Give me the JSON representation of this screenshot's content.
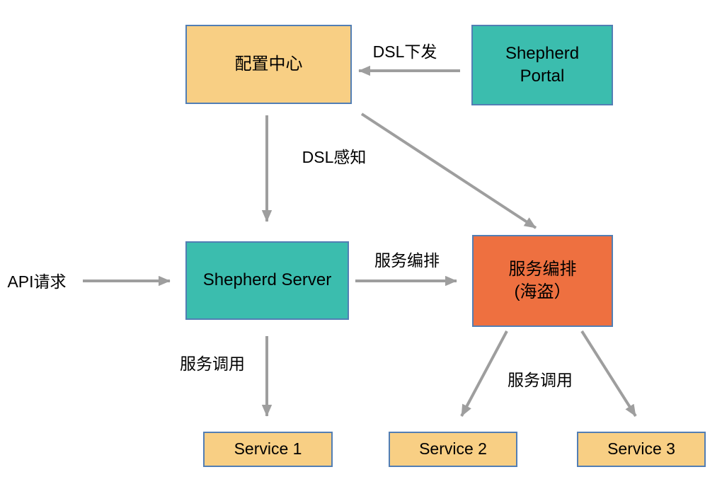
{
  "palette": {
    "node_yellow": "#F8CF84",
    "node_teal": "#3BBDAE",
    "node_orange": "#EE7040",
    "node_border_blue": "#527EB4",
    "arrow_gray": "#9E9E9E",
    "text": "#000000",
    "background": "#FFFFFF"
  },
  "nodes": {
    "config_center": {
      "label": "配置中心"
    },
    "shepherd_portal": {
      "line1": "Shepherd",
      "line2": "Portal"
    },
    "shepherd_server": {
      "label": "Shepherd Server"
    },
    "service_orchestration": {
      "line1": "服务编排",
      "line2": "(海盗）"
    },
    "service_1": {
      "label": "Service 1"
    },
    "service_2": {
      "label": "Service 2"
    },
    "service_3": {
      "label": "Service 3"
    }
  },
  "edges": {
    "dsl_deploy": {
      "label": "DSL下发",
      "from": "shepherd_portal",
      "to": "config_center"
    },
    "dsl_sense": {
      "label": "DSL感知",
      "from": "config_center",
      "to": "shepherd_server"
    },
    "config_to_orchestration": {
      "label": "",
      "from": "config_center",
      "to": "service_orchestration"
    },
    "api_request": {
      "label": "API请求",
      "to": "shepherd_server"
    },
    "orchestration": {
      "label": "服务编排",
      "from": "shepherd_server",
      "to": "service_orchestration"
    },
    "service_call_server": {
      "label": "服务调用",
      "from": "shepherd_server",
      "to": "service_1"
    },
    "service_call_orchestration": {
      "label": "服务调用",
      "from": "service_orchestration",
      "to": "service_2_and_service_3"
    }
  }
}
